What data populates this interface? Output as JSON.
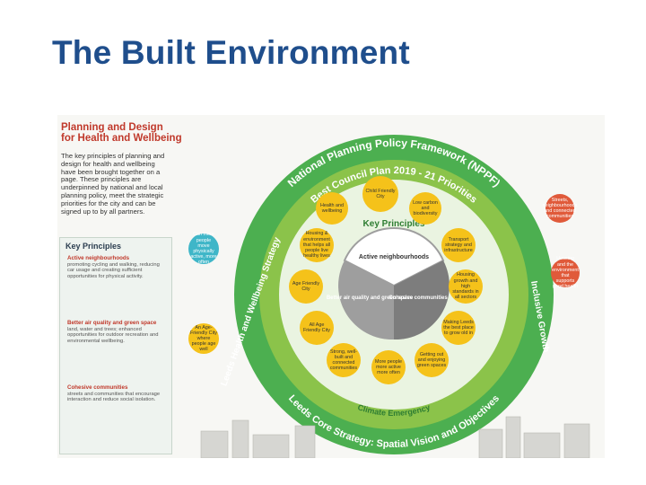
{
  "slide": {
    "title": "The Built Environment"
  },
  "poster": {
    "heading_line1": "Planning and Design",
    "heading_line2": "for Health and Wellbeing",
    "intro": "The key principles of planning and design for health and wellbeing have been brought together on a page. These principles are underpinned by national and local planning policy, meet the strategic priorities for the city and can be signed up to by all partners.",
    "key_principles_title": "Key Principles",
    "kp_items": [
      {
        "heading": "Active neighbourhoods",
        "text": "promoting cycling and walking, reducing car usage and creating sufficient opportunities for physical activity."
      },
      {
        "heading": "Better air quality and green space",
        "text": "land, water and trees; enhanced opportunities for outdoor recreation and environmental wellbeing."
      },
      {
        "heading": "Cohesive communities",
        "text": "streets and communities that encourage interaction and reduce social isolation."
      }
    ],
    "ring_outer": "National Planning Policy Framework (NPPF)",
    "ring_council": "Best Council Plan 2019 - 21 Priorities",
    "ring_left": "Leeds Health and Wellbeing Strategy",
    "ring_right": "Inclusive Growth",
    "ring_bottom_inner": "Climate Emergency",
    "ring_bottom_outer": "Leeds Core Strategy: Spatial Vision and Objectives",
    "key_principles_center": "Key Principles",
    "center_segments": {
      "top": "Active neighbourhoods",
      "left": "Better air quality and green space",
      "right": "Cohesive communities"
    },
    "nodes": [
      "Child Friendly City",
      "Health and wellbeing",
      "Low carbon and biodiversity",
      "Housing & environment that helps all people live healthy lives",
      "Transport strategy and infrastructure",
      "Age Friendly City",
      "Housing growth and high standards in all sectors",
      "All Age Friendly City",
      "Making Leeds the best place to grow old in",
      "Strong, well-built and connected communities",
      "More people more active more often",
      "Getting out and enjoying green spaces"
    ],
    "side_left_bubble_1": "Can more people move physically active, more often",
    "side_left_bubble_2": "An Age-Friendly City where people age well",
    "side_right_bubble_1": "Streets, neighbourhoods and connected communities",
    "side_right_bubble_2": "Housing and the environment that supports good health"
  },
  "colors": {
    "title": "#1f4e8c",
    "outer_ring": "#4caf50",
    "council_ring": "#8bc34a",
    "inner_fill": "#eaf4e1",
    "yellow_node": "#f5c21a",
    "segment_grey": "#9e9e9e",
    "red_bubble": "#e05a3a",
    "accent_red": "#c0392b"
  }
}
